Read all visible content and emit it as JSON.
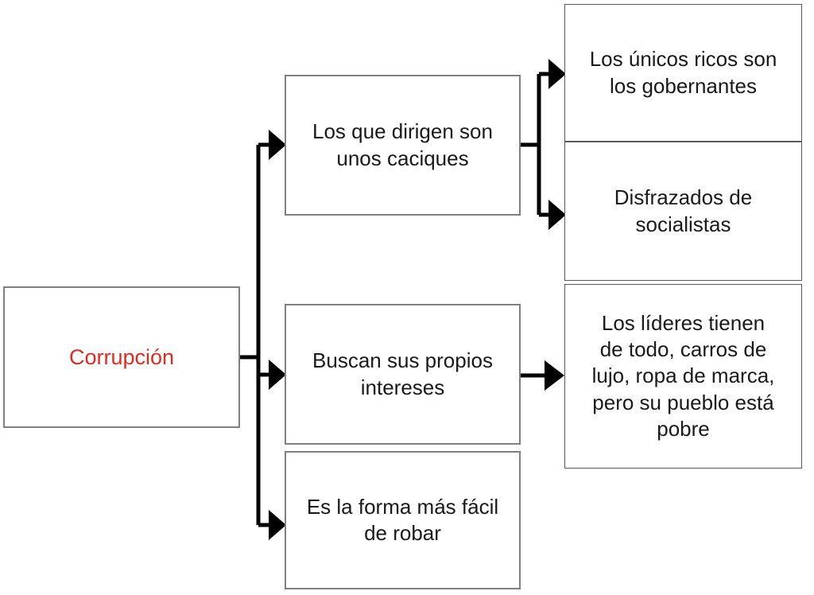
{
  "diagram": {
    "type": "hierarchy-flowchart",
    "title": "Corrupción",
    "language": "es",
    "colors": {
      "root_text": "#E02B20",
      "node_text": "#1A1A1A",
      "node_border_gray": "#808080",
      "node_border_dark": "#5A5A5A",
      "connector": "#000000",
      "background": "#FFFFFF"
    },
    "root": {
      "id": "root",
      "label": "Corrupción"
    },
    "level2": [
      {
        "id": "caciques",
        "label": "Los que dirigen son\nunos caciques"
      },
      {
        "id": "intereses",
        "label": "Buscan sus propios\nintereses"
      },
      {
        "id": "robar",
        "label": "Es la forma más fácil\nde robar"
      }
    ],
    "level3": [
      {
        "id": "ricos",
        "label": "Los únicos ricos son\nlos gobernantes",
        "parent": "caciques"
      },
      {
        "id": "disfrazados",
        "label": "Disfrazados de\nsocialistas",
        "parent": "caciques"
      },
      {
        "id": "lideres",
        "label": "Los líderes tienen\nde todo, carros de\nlujo, ropa de marca,\npero su pueblo está\npobre",
        "parent": "intereses"
      }
    ],
    "connectors": [
      {
        "from": "root",
        "to": "caciques",
        "style": "elbow-arrow"
      },
      {
        "from": "root",
        "to": "intereses",
        "style": "elbow-arrow"
      },
      {
        "from": "root",
        "to": "robar",
        "style": "elbow-arrow"
      },
      {
        "from": "caciques",
        "to": "ricos",
        "style": "elbow-arrow"
      },
      {
        "from": "caciques",
        "to": "disfrazados",
        "style": "elbow-arrow"
      },
      {
        "from": "intereses",
        "to": "lideres",
        "style": "straight-arrow"
      }
    ]
  }
}
